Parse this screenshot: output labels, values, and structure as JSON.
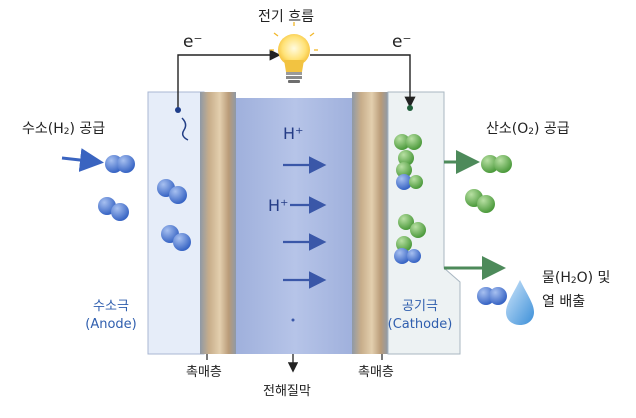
{
  "title": "전기 흐름",
  "electron_left": "e⁻",
  "electron_right": "e⁻",
  "hydrogen_supply": {
    "pre": "수소(H",
    "sub": "2",
    "post": ") 공급"
  },
  "oxygen_supply": {
    "pre": "산소(O",
    "sub": "2",
    "post": ") 공급"
  },
  "water_output": {
    "line1_pre": "물(H",
    "line1_sub": "2",
    "line1_post": "O) 및",
    "line2": "열 배출"
  },
  "anode": {
    "name": "수소극",
    "en": "(Anode)"
  },
  "cathode": {
    "name": "공기극",
    "en": "(Cathode)"
  },
  "catalyst_left": "촉매층",
  "catalyst_right": "촉매층",
  "electrolyte": "전해질막",
  "proton_labels": [
    "H⁺",
    "H⁺"
  ],
  "colors": {
    "anode_fill": "#e6edf9",
    "electrolyte_fill": "#a9b9e1",
    "catalyst_fill": "#d8c3a3",
    "cathode_fill": "#edf2f3",
    "hydrogen_molecule": "#4a76d0",
    "oxygen_molecule": "#5aa84a",
    "flow_arrow_green": "#4d8a5a",
    "proton_arrow": "#3a57a8",
    "wire": "#222222",
    "bulb": "#f7c93d"
  }
}
